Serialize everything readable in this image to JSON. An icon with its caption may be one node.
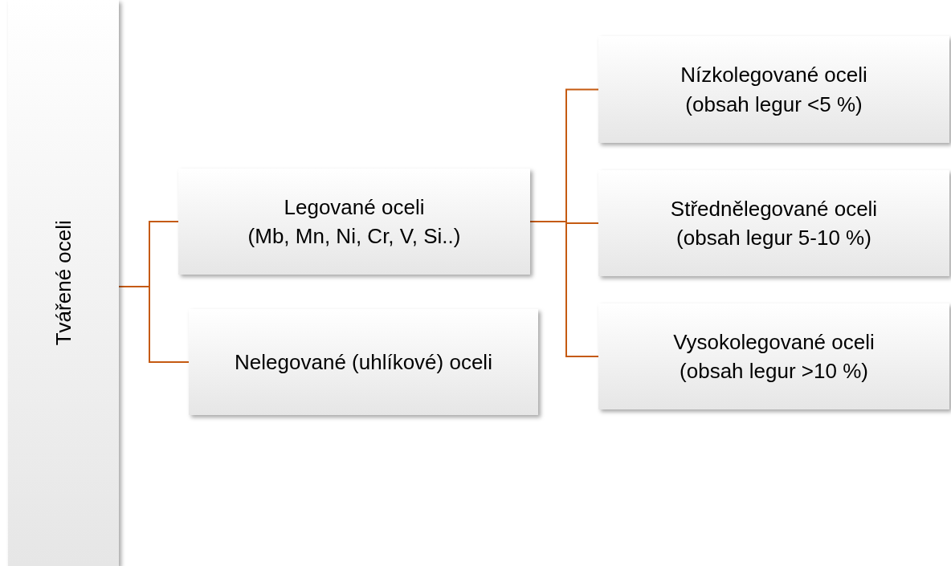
{
  "diagram": {
    "nodes": [
      {
        "text": [
          "Tvářené oceli"
        ]
      },
      {
        "text": [
          "Legované oceli",
          "(Mb, Mn, Ni, Cr, V, Si..)"
        ]
      },
      {
        "text": [
          "Nelegované (uhlíkové) oceli"
        ]
      },
      {
        "text": [
          "Nízkolegované oceli",
          "(obsah legur <5 %)"
        ]
      },
      {
        "text": [
          "Střednělegované oceli",
          "(obsah legur 5-10 %)"
        ]
      },
      {
        "text": [
          "Vysokolegované oceli",
          "(obsah legur >10 %)"
        ]
      }
    ],
    "edges": [
      {
        "from": 0,
        "to": 1,
        "arrow": "none"
      },
      {
        "from": 0,
        "to": 2,
        "arrow": "none"
      },
      {
        "from": 1,
        "to": 3,
        "arrow": "none"
      },
      {
        "from": 1,
        "to": 4,
        "arrow": "none"
      },
      {
        "from": 1,
        "to": 5,
        "arrow": "none"
      }
    ]
  }
}
